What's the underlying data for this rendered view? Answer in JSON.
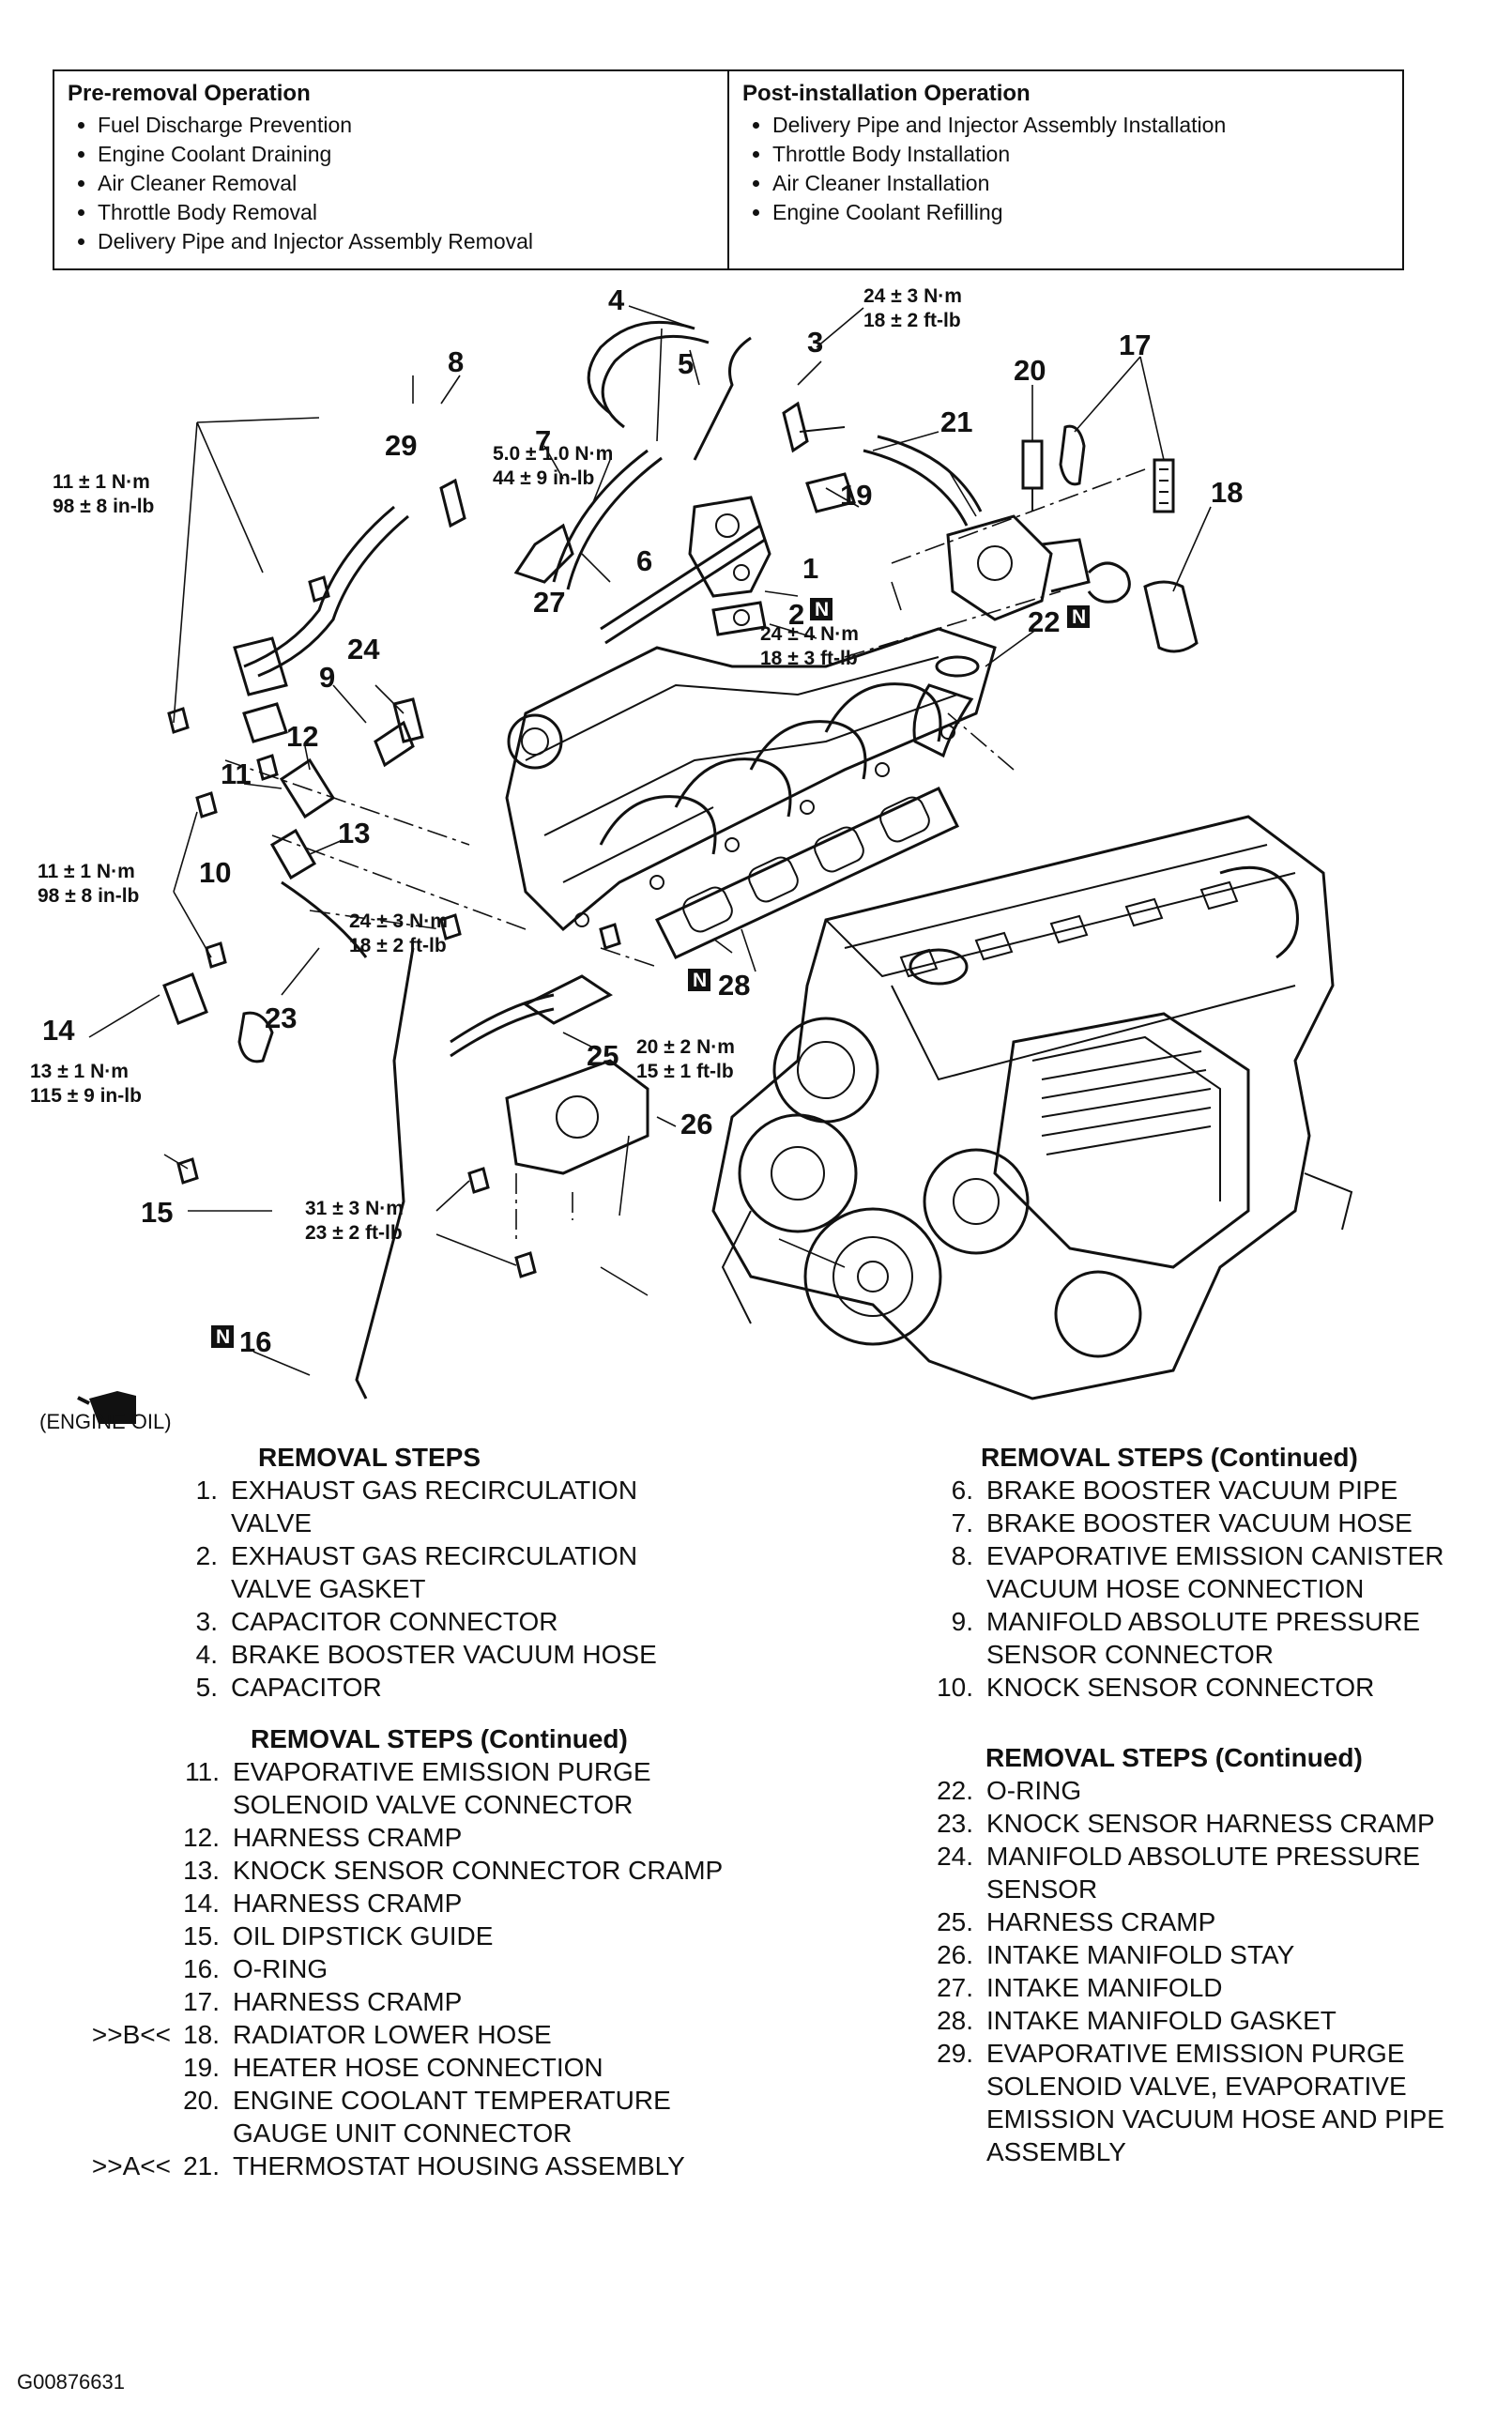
{
  "operations": {
    "pre": {
      "title": "Pre-removal Operation",
      "items": [
        "Fuel Discharge Prevention",
        "Engine Coolant Draining",
        "Air Cleaner Removal",
        "Throttle Body Removal",
        "Delivery Pipe and Injector Assembly Removal"
      ]
    },
    "post": {
      "title": "Post-installation Operation",
      "items": [
        "Delivery Pipe and Injector Assembly Installation",
        "Throttle Body Installation",
        "Air Cleaner Installation",
        "Engine Coolant Refilling"
      ]
    }
  },
  "diagram": {
    "callouts": {
      "c1": "1",
      "c2": "2",
      "c3": "3",
      "c4": "4",
      "c5": "5",
      "c6": "6",
      "c7": "7",
      "c8": "8",
      "c9": "9",
      "c10": "10",
      "c11": "11",
      "c12": "12",
      "c13": "13",
      "c14": "14",
      "c15": "15",
      "c16": "16",
      "c17": "17",
      "c18": "18",
      "c19": "19",
      "c20": "20",
      "c21": "21",
      "c22": "22",
      "c23": "23",
      "c24": "24",
      "c25": "25",
      "c26": "26",
      "c27": "27",
      "c28": "28",
      "c29": "29"
    },
    "badge": "N",
    "torques": {
      "t_top_a": "24 ± 3 N·m",
      "t_top_b": "18 ± 2 ft-lb",
      "t_capacitor_a": "5.0 ± 1.0 N·m",
      "t_capacitor_b": "44 ± 9 in-lb",
      "t_left1_a": "11 ± 1 N·m",
      "t_left1_b": "98 ± 8 in-lb",
      "t_egr_a": "24 ± 4 N·m",
      "t_egr_b": "18 ± 3 ft-lb",
      "t_left2_a": "11 ± 1 N·m",
      "t_left2_b": "98 ± 8 in-lb",
      "t_knock_a": "24 ± 3 N·m",
      "t_knock_b": "18 ± 2 ft-lb",
      "t_dip_a": "13 ± 1 N·m",
      "t_dip_b": "115 ± 9 in-lb",
      "t_mani_a": "20 ± 2 N·m",
      "t_mani_b": "15 ± 1 ft-lb",
      "t_stay_a": "31 ± 3 N·m",
      "t_stay_b": "23 ± 2 ft-lb"
    },
    "engine_oil_label": "(ENGINE OIL)"
  },
  "steps": {
    "col_a": {
      "heading": "REMOVAL STEPS",
      "items": [
        {
          "prefix": "",
          "num": "1.",
          "text": "EXHAUST GAS RECIRCULATION VALVE"
        },
        {
          "prefix": "",
          "num": "2.",
          "text": "EXHAUST GAS RECIRCULATION VALVE GASKET"
        },
        {
          "prefix": "",
          "num": "3.",
          "text": "CAPACITOR CONNECTOR"
        },
        {
          "prefix": "",
          "num": "4.",
          "text": "BRAKE BOOSTER VACUUM HOSE"
        },
        {
          "prefix": "",
          "num": "5.",
          "text": "CAPACITOR"
        }
      ]
    },
    "col_b": {
      "heading": "REMOVAL STEPS (Continued)",
      "items": [
        {
          "prefix": "",
          "num": "11.",
          "text": "EVAPORATIVE EMISSION PURGE SOLENOID VALVE CONNECTOR"
        },
        {
          "prefix": "",
          "num": "12.",
          "text": "HARNESS CRAMP"
        },
        {
          "prefix": "",
          "num": "13.",
          "text": "KNOCK SENSOR CONNECTOR CRAMP"
        },
        {
          "prefix": "",
          "num": "14.",
          "text": "HARNESS CRAMP"
        },
        {
          "prefix": "",
          "num": "15.",
          "text": "OIL DIPSTICK GUIDE"
        },
        {
          "prefix": "",
          "num": "16.",
          "text": "O-RING"
        },
        {
          "prefix": "",
          "num": "17.",
          "text": "HARNESS CRAMP"
        },
        {
          "prefix": ">>B<<",
          "num": "18.",
          "text": "RADIATOR LOWER HOSE"
        },
        {
          "prefix": "",
          "num": "19.",
          "text": "HEATER HOSE CONNECTION"
        },
        {
          "prefix": "",
          "num": "20.",
          "text": "ENGINE COOLANT TEMPERATURE GAUGE UNIT CONNECTOR"
        },
        {
          "prefix": ">>A<<",
          "num": "21.",
          "text": "THERMOSTAT HOUSING ASSEMBLY"
        }
      ]
    },
    "col_c": {
      "heading": "REMOVAL STEPS (Continued)",
      "items": [
        {
          "prefix": "",
          "num": "6.",
          "text": "BRAKE BOOSTER VACUUM PIPE"
        },
        {
          "prefix": "",
          "num": "7.",
          "text": "BRAKE BOOSTER VACUUM HOSE"
        },
        {
          "prefix": "",
          "num": "8.",
          "text": "EVAPORATIVE EMISSION CANISTER VACUUM HOSE CONNECTION"
        },
        {
          "prefix": "",
          "num": "9.",
          "text": "MANIFOLD ABSOLUTE PRESSURE SENSOR CONNECTOR"
        },
        {
          "prefix": "",
          "num": "10.",
          "text": "KNOCK SENSOR CONNECTOR"
        }
      ]
    },
    "col_d": {
      "heading": "REMOVAL STEPS (Continued)",
      "items": [
        {
          "prefix": "",
          "num": "22.",
          "text": "O-RING"
        },
        {
          "prefix": "",
          "num": "23.",
          "text": "KNOCK SENSOR HARNESS CRAMP"
        },
        {
          "prefix": "",
          "num": "24.",
          "text": "MANIFOLD ABSOLUTE PRESSURE SENSOR"
        },
        {
          "prefix": "",
          "num": "25.",
          "text": "HARNESS CRAMP"
        },
        {
          "prefix": "",
          "num": "26.",
          "text": "INTAKE MANIFOLD STAY"
        },
        {
          "prefix": "",
          "num": "27.",
          "text": "INTAKE MANIFOLD"
        },
        {
          "prefix": "",
          "num": "28.",
          "text": "INTAKE MANIFOLD GASKET"
        },
        {
          "prefix": "",
          "num": "29.",
          "text": "EVAPORATIVE EMISSION PURGE SOLENOID VALVE, EVAPORATIVE EMISSION VACUUM HOSE AND PIPE ASSEMBLY"
        }
      ]
    }
  },
  "figure_id": "G00876631"
}
